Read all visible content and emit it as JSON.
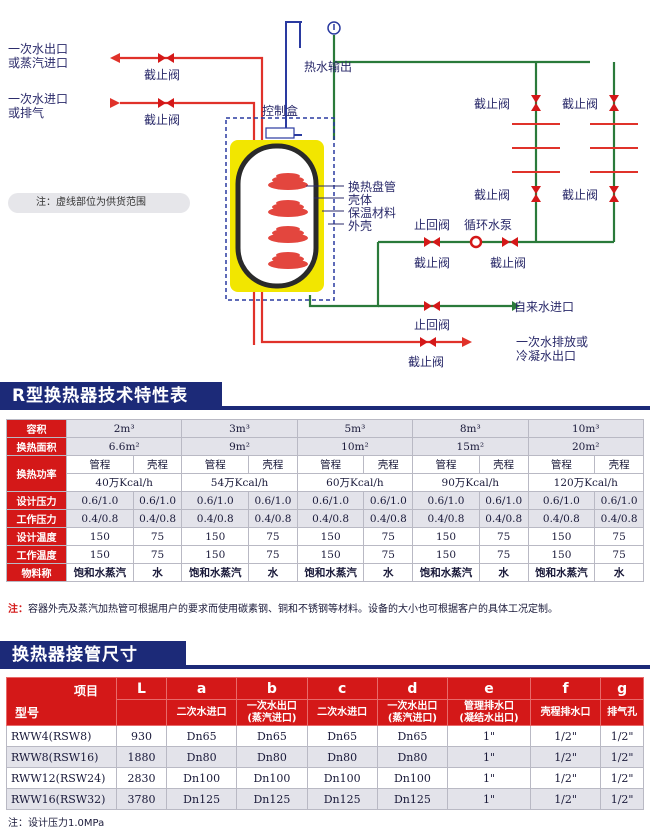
{
  "diagram": {
    "labels": {
      "primary_outlet": "一次水出口",
      "primary_outlet_2": "或蒸汽进口",
      "primary_inlet": "一次水进口",
      "primary_inlet_2": "或排气",
      "valve_1": "截止阀",
      "valve_2": "截止阀",
      "hot_water_out": "热水输出",
      "control_box": "控制盒",
      "valve_r1a": "截止阀",
      "valve_r1b": "截止阀",
      "valve_r2a": "截止阀",
      "valve_r2b": "截止阀",
      "coil": "换热盘管",
      "shell": "壳体",
      "insulation": "保温材料",
      "outer_shell": "外壳",
      "check_valve": "止回阀",
      "pump": "循环水泵",
      "valve_pump_a": "截止阀",
      "valve_pump_b": "截止阀",
      "tap_inlet": "自来水进口",
      "check_valve_2": "止回阀",
      "primary_drain": "一次水排放或",
      "primary_drain_2": "冷凝水出口",
      "valve_drain": "截止阀"
    },
    "note": "注：虚线部位为供货范围",
    "colors": {
      "steam": "#e0322a",
      "water": "#2a7a3a",
      "blue_pipe": "#2a3aa0",
      "tank": "#f2e600"
    }
  },
  "spec": {
    "title": "R型换热器技术特性表",
    "row_labels": [
      "容积",
      "换热面积",
      "换热功率",
      "设计压力",
      "工作压力",
      "设计温度",
      "工作温度",
      "物料称"
    ],
    "volumes": [
      "2m³",
      "3m³",
      "5m³",
      "8m³",
      "10m³"
    ],
    "areas": [
      "6.6m²",
      "9m²",
      "10m²",
      "15m²",
      "20m²"
    ],
    "tube": "管程",
    "shell": "壳程",
    "powers": [
      "40万Kcal/h",
      "54万Kcal/h",
      "60万Kcal/h",
      "90万Kcal/h",
      "120万Kcal/h"
    ],
    "design_pressure": [
      "0.6/1.0",
      "0.6/1.0"
    ],
    "work_pressure": [
      "0.4/0.8",
      "0.4/0.8"
    ],
    "design_temp": [
      "150",
      "75"
    ],
    "work_temp": [
      "150",
      "75"
    ],
    "material": [
      "饱和水蒸汽",
      "水"
    ],
    "note_prefix": "注：",
    "note": "容器外壳及蒸汽加热管可根据用户的要求而使用碳素钢、铜和不锈钢等材料。设备的大小也可根据客户的具体工况定制。"
  },
  "pipe": {
    "title": "换热器接管尺寸",
    "item_label": "项目",
    "model_label": "型号",
    "letters": [
      "L",
      "a",
      "b",
      "c",
      "d",
      "e",
      "f",
      "g"
    ],
    "subs": [
      "",
      "二次水进口",
      "一次水出口\n(蒸汽进口)",
      "二次水进口",
      "一次水出口\n(蒸汽进口)",
      "管理排水口\n(凝结水出口)",
      "壳程排水口",
      "排气孔"
    ],
    "rows": [
      [
        "RWW4(RSW8)",
        "930",
        "Dn65",
        "Dn65",
        "Dn65",
        "Dn65",
        "1\"",
        "1/2\"",
        "1/2\""
      ],
      [
        "RWW8(RSW16)",
        "1880",
        "Dn80",
        "Dn80",
        "Dn80",
        "Dn80",
        "1\"",
        "1/2\"",
        "1/2\""
      ],
      [
        "RWW12(RSW24)",
        "2830",
        "Dn100",
        "Dn100",
        "Dn100",
        "Dn100",
        "1\"",
        "1/2\"",
        "1/2\""
      ],
      [
        "RWW16(RSW32)",
        "3780",
        "Dn125",
        "Dn125",
        "Dn125",
        "Dn125",
        "1\"",
        "1/2\"",
        "1/2\""
      ]
    ],
    "note": "注：设计压力1.0MPa"
  }
}
